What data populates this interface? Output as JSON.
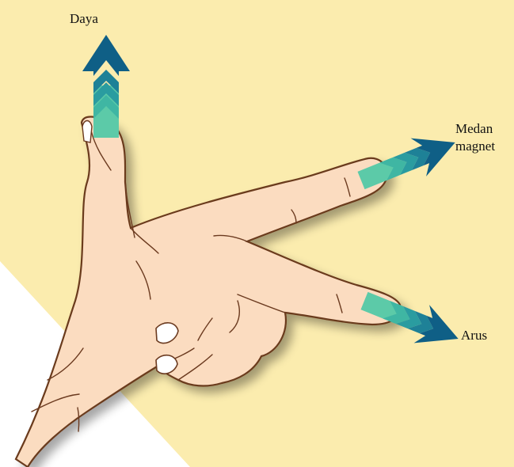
{
  "labels": {
    "force": "Daya",
    "magnetic_field_line1": "Medan",
    "magnetic_field_line2": "magnet",
    "current": "Arus"
  },
  "colors": {
    "background": "#fbecae",
    "skin": "#fbdcc0",
    "outline": "#6b3a1f",
    "arrow_dark": "#0f5f86",
    "arrow_mid": "#1e8f98",
    "arrow_light": "#5ccaa8"
  },
  "icons": {
    "hand": "right-hand-rule-hand",
    "arrows": "chevron-arrow"
  }
}
